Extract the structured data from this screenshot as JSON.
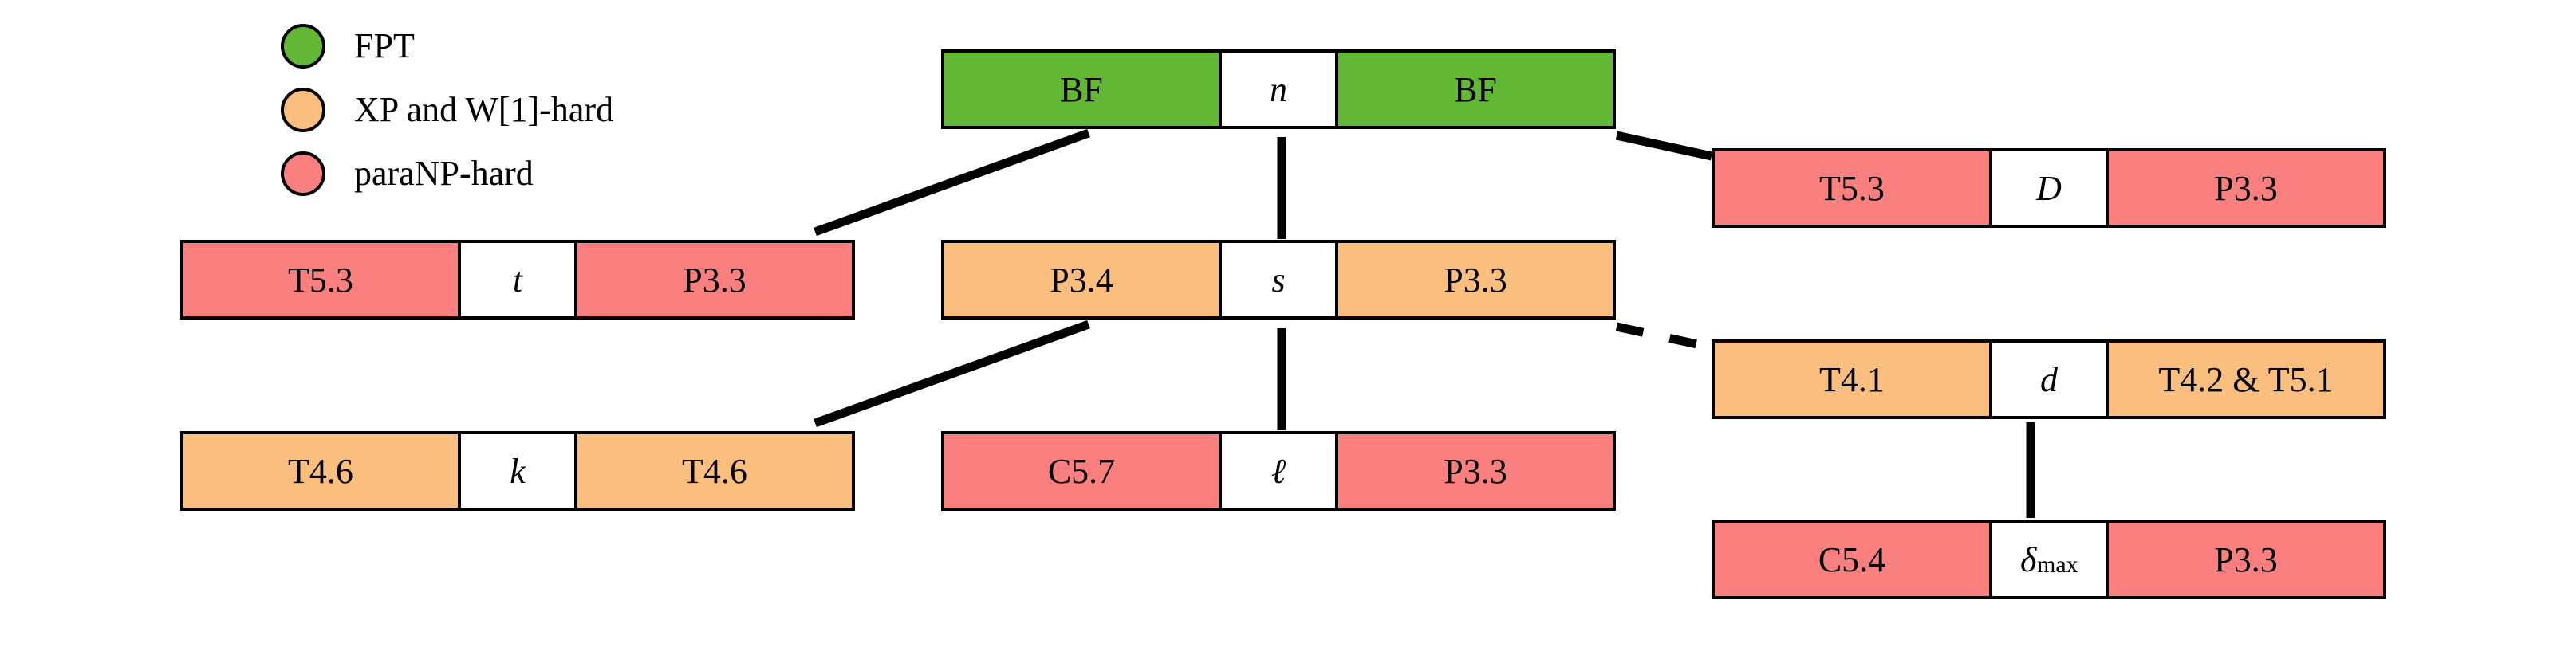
{
  "legend": {
    "items": [
      {
        "label": "FPT",
        "color": "#62b734",
        "icon": "legend-dot-icon"
      },
      {
        "label": "XP and W[1]-hard",
        "color": "#fabe7f",
        "icon": "legend-dot-icon"
      },
      {
        "label": "paraNP-hard",
        "color": "#fa8080",
        "icon": "legend-dot-icon"
      }
    ]
  },
  "palette": {
    "fpt": "#62b734",
    "xp_w1_hard": "#fabe7f",
    "paranp_hard": "#fa8080",
    "outline": "#000000",
    "parameter_cell": "#ffffff",
    "background": "#ffffff"
  },
  "nodes": [
    {
      "id": "node-n",
      "parameter": "n",
      "left": "BF",
      "right": "BF",
      "complexity": "FPT",
      "color": "#62b734"
    },
    {
      "id": "node-t",
      "parameter": "t",
      "left": "T5.3",
      "right": "P3.3",
      "complexity": "paraNP-hard",
      "color": "#fa8080"
    },
    {
      "id": "node-s",
      "parameter": "s",
      "left": "P3.4",
      "right": "P3.3",
      "complexity": "XP and W[1]-hard",
      "color": "#fabe7f"
    },
    {
      "id": "node-D",
      "parameter": "D",
      "left": "T5.3",
      "right": "P3.3",
      "complexity": "paraNP-hard",
      "color": "#fa8080"
    },
    {
      "id": "node-k",
      "parameter": "k",
      "left": "T4.6",
      "right": "T4.6",
      "complexity": "XP and W[1]-hard",
      "color": "#fabe7f"
    },
    {
      "id": "node-l",
      "parameter": "ℓ",
      "left": "C5.7",
      "right": "P3.3",
      "complexity": "paraNP-hard",
      "color": "#fa8080"
    },
    {
      "id": "node-d",
      "parameter": "d",
      "left": "T4.1",
      "right": "T4.2 & T5.1",
      "complexity": "XP and W[1]-hard",
      "color": "#fabe7f"
    },
    {
      "id": "node-dmax",
      "parameter": "δ",
      "parameter_sub": "max",
      "left": "C5.4",
      "right": "P3.3",
      "complexity": "paraNP-hard",
      "color": "#fa8080"
    }
  ],
  "edges": [
    {
      "from": "node-n",
      "to": "node-t",
      "style": "solid"
    },
    {
      "from": "node-n",
      "to": "node-s",
      "style": "solid"
    },
    {
      "from": "node-n",
      "to": "node-D",
      "style": "solid"
    },
    {
      "from": "node-s",
      "to": "node-k",
      "style": "solid"
    },
    {
      "from": "node-s",
      "to": "node-l",
      "style": "solid"
    },
    {
      "from": "node-s",
      "to": "node-d",
      "style": "dashed"
    },
    {
      "from": "node-d",
      "to": "node-dmax",
      "style": "solid"
    }
  ]
}
